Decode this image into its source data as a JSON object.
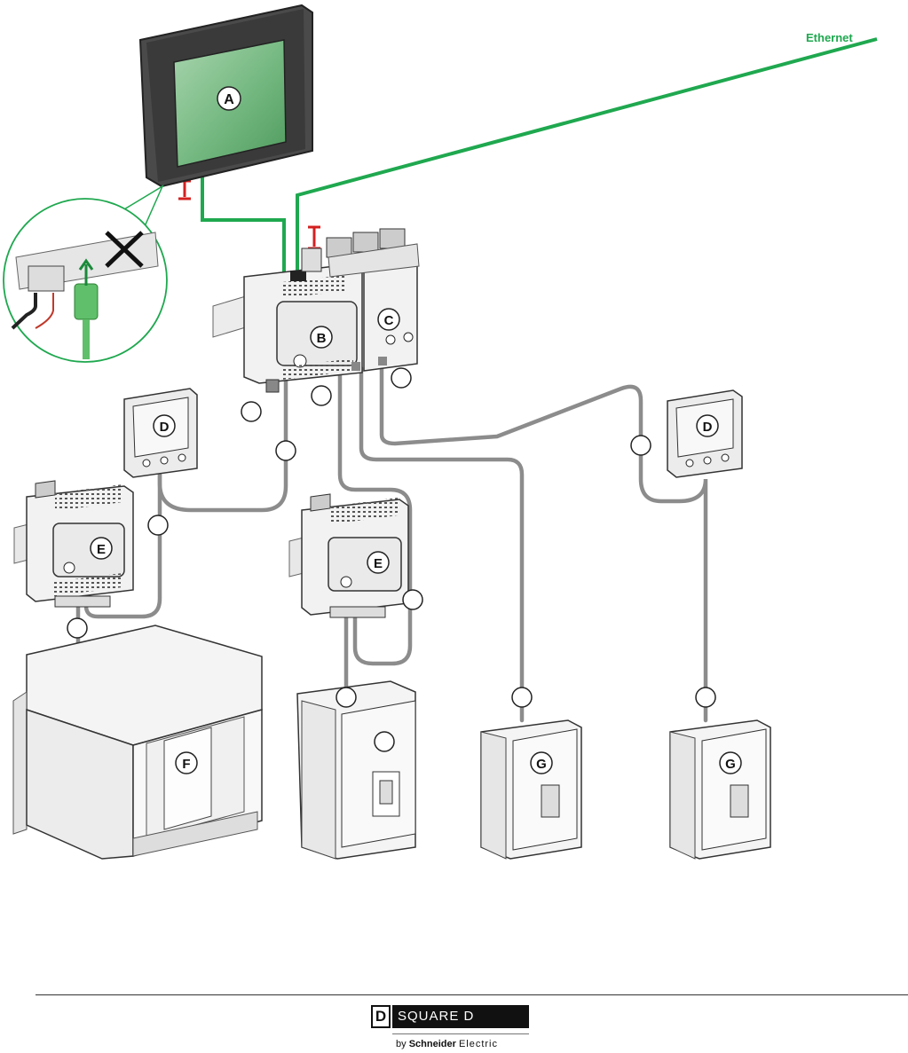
{
  "labels": {
    "display": "A",
    "ifm_main": "B",
    "ifm_second": "C",
    "fdm_left": "D",
    "fdm_right": "D",
    "ifm_left": "E",
    "ifm_middle": "E",
    "breaker_large": "F",
    "breaker_small_1": "G",
    "breaker_small_2": "G"
  },
  "network_label": "Ethernet",
  "colors": {
    "ethernet": "#1fa84f",
    "cable": "#8c8c8c",
    "terminator": "#d42020",
    "screen": "#6fb57c",
    "device_body": "#f2f2f2",
    "outline": "#333333"
  },
  "footer": {
    "logo_mark": "D",
    "brand": "SQUARE D",
    "by_prefix": "by",
    "by_brand": "Schneider",
    "by_suffix": "Electric"
  }
}
